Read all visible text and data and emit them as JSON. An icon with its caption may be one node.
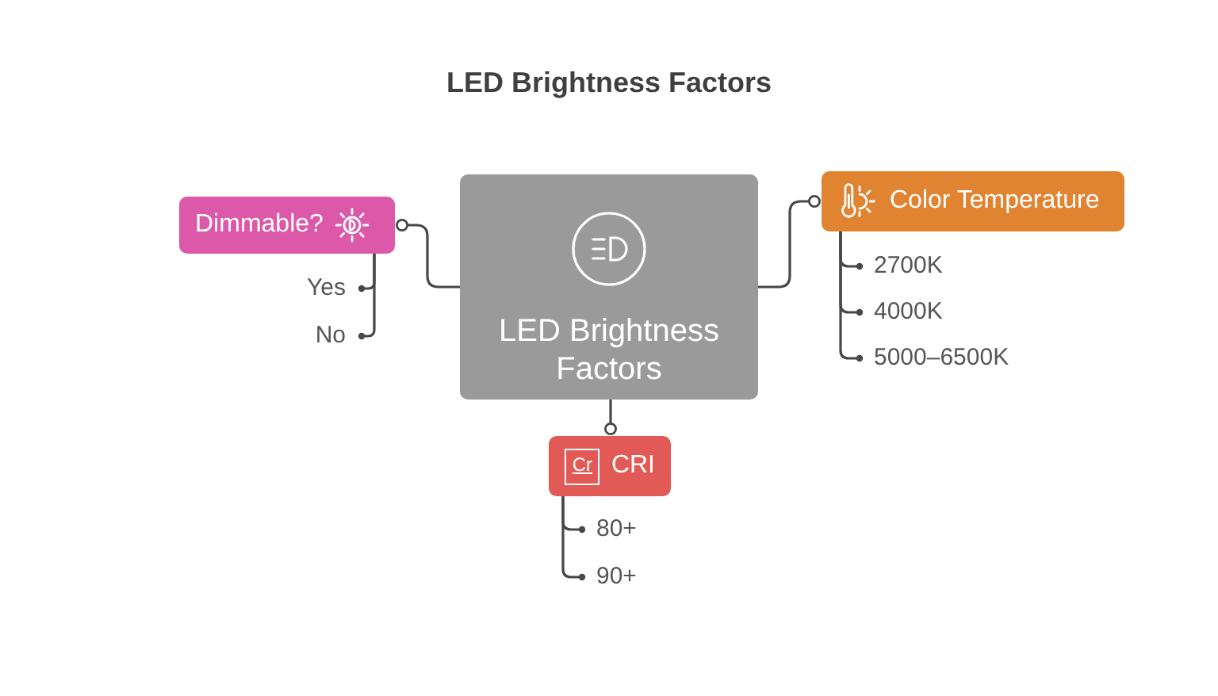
{
  "diagram": {
    "title": "LED Brightness Factors",
    "nodes": [
      {
        "text": [
          "LED Brightness Factors"
        ]
      },
      {
        "text": [
          "Dimmable?"
        ]
      },
      {
        "text": [
          "Yes"
        ]
      },
      {
        "text": [
          "No"
        ]
      },
      {
        "text": [
          "Color Temperature"
        ]
      },
      {
        "text": [
          "2700K"
        ]
      },
      {
        "text": [
          "4000K"
        ]
      },
      {
        "text": [
          "5000–6500K"
        ]
      },
      {
        "text": [
          "Cr",
          "CRI"
        ]
      },
      {
        "text": [
          "80+"
        ]
      },
      {
        "text": [
          "90+"
        ]
      }
    ],
    "edges": [
      {
        "from": 0,
        "to": 1,
        "arrow": "other"
      },
      {
        "from": 0,
        "to": 4,
        "arrow": "other"
      },
      {
        "from": 0,
        "to": 8,
        "arrow": "other"
      },
      {
        "from": 1,
        "to": 2,
        "arrow": "other"
      },
      {
        "from": 1,
        "to": 3,
        "arrow": "other"
      },
      {
        "from": 4,
        "to": 5,
        "arrow": "other"
      },
      {
        "from": 4,
        "to": 6,
        "arrow": "other"
      },
      {
        "from": 4,
        "to": 7,
        "arrow": "other"
      },
      {
        "from": 8,
        "to": 9,
        "arrow": "other"
      },
      {
        "from": 8,
        "to": 10,
        "arrow": "other"
      }
    ]
  }
}
